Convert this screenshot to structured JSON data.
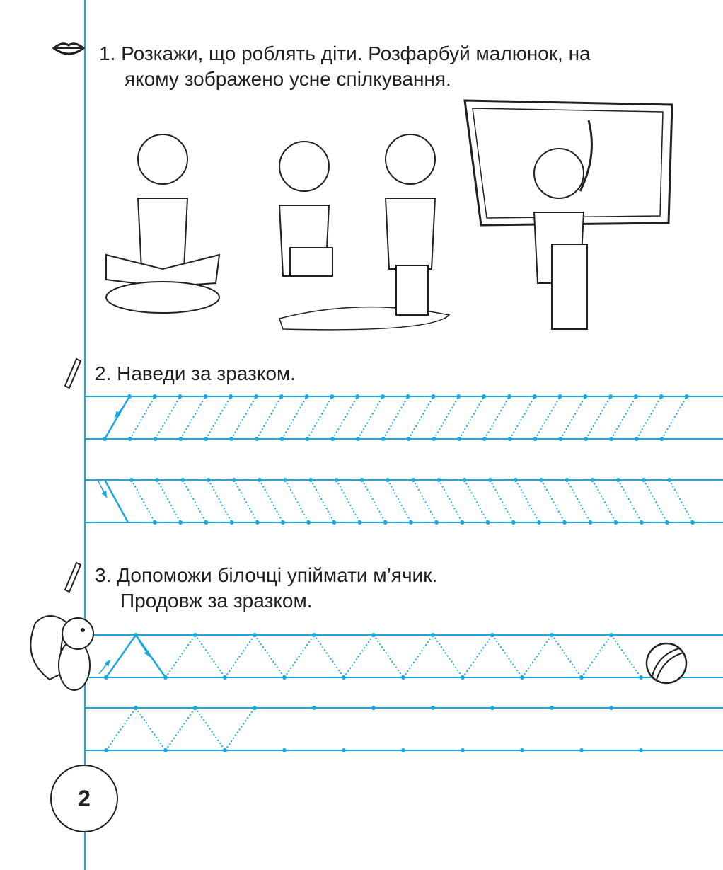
{
  "tasks": [
    {
      "number_text": "1. Розкажи, що роблять діти. Розфарбуй малюнок, на",
      "line2": "якому зображено усне спілкування.",
      "icon": "lips-icon"
    },
    {
      "number_text": "2. Наведи за зразком.",
      "icon": "pencil-icon"
    },
    {
      "number_text": "3. Допоможи білочці упіймати м’ячик.",
      "line2": "Продовж за зразком.",
      "icon": "pencil-icon"
    }
  ],
  "page_number": "2",
  "colors": {
    "accent": "#1ba8e0",
    "ink": "#231f20"
  }
}
